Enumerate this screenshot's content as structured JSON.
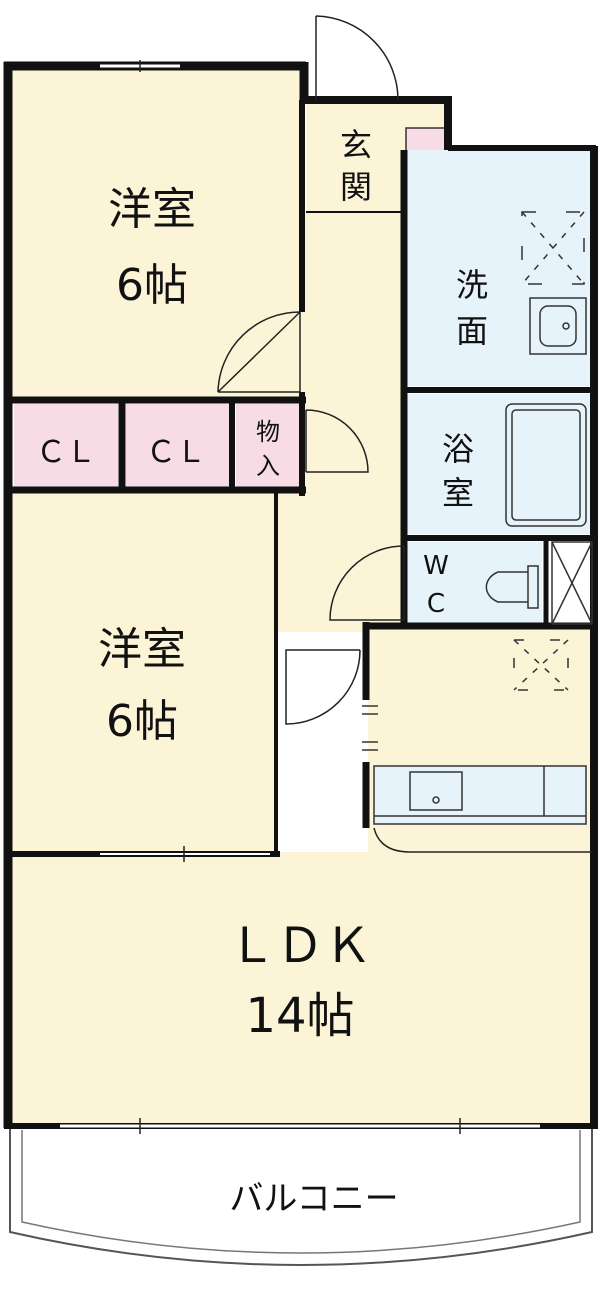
{
  "colors": {
    "room_floor": "#fbf4d7",
    "closet": "#f7dbe5",
    "wet_area": "#e6f3fb",
    "wall": "#111111",
    "balcony": "#ffffff"
  },
  "rooms": {
    "bedroom_top": {
      "name": "洋室",
      "size": "6帖"
    },
    "bedroom_bottom": {
      "name": "洋室",
      "size": "6帖"
    },
    "ldk": {
      "name": "ＬＤＫ",
      "size": "14帖"
    },
    "closet_left": {
      "name": "ＣＬ"
    },
    "closet_right": {
      "name": "ＣＬ"
    },
    "storage": {
      "line1": "物",
      "line2": "入"
    },
    "entrance": {
      "line1": "玄",
      "line2": "関"
    },
    "washroom": {
      "line1": "洗",
      "line2": "面"
    },
    "bathroom": {
      "line1": "浴",
      "line2": "室"
    },
    "toilet": {
      "line1": "W",
      "line2": "C"
    },
    "balcony": {
      "name": "バルコニー"
    }
  }
}
